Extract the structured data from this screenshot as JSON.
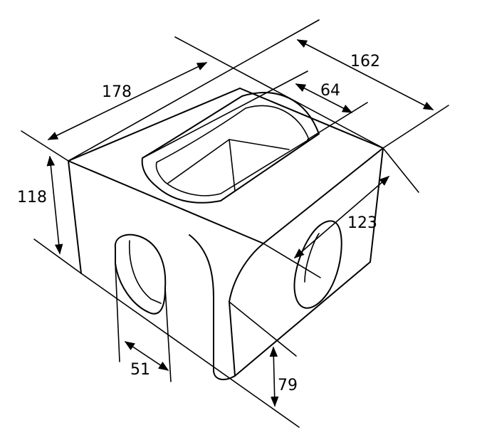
{
  "dimensions": {
    "length": "178",
    "width": "162",
    "top_hole_width": "64",
    "height": "118",
    "side_hole_height": "123",
    "end_hole_width": "51",
    "bottom_height": "79"
  }
}
